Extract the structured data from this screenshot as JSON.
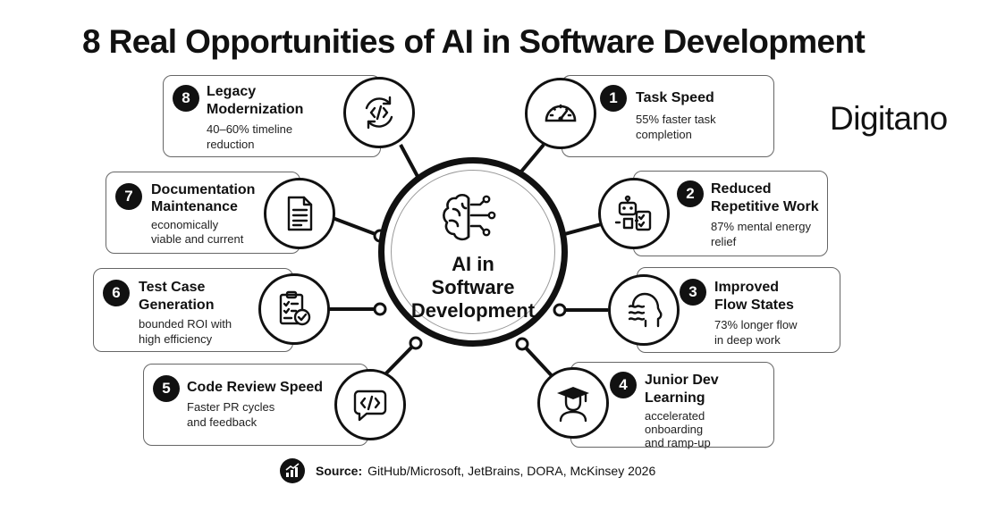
{
  "title": "8 Real Opportunities of AI in Software Development",
  "logo": "Digitano",
  "center": {
    "line1": "AI in",
    "line2": "Software",
    "line3": "Development",
    "icon": "brain-circuit-icon"
  },
  "items": [
    {
      "number": "1",
      "title_line1": "Task Speed",
      "title_line2": "",
      "desc_line1": "55% faster task",
      "desc_line2": "completion",
      "desc_line3": "",
      "icon": "speedometer-icon"
    },
    {
      "number": "2",
      "title_line1": "Reduced",
      "title_line2": "Repetitive Work",
      "desc_line1": "87% mental energy",
      "desc_line2": "relief",
      "desc_line3": "",
      "icon": "robot-checklist-icon"
    },
    {
      "number": "3",
      "title_line1": "Improved",
      "title_line2": "Flow States",
      "desc_line1": "73% longer flow",
      "desc_line2": "in deep work",
      "desc_line3": "",
      "icon": "head-waves-icon"
    },
    {
      "number": "4",
      "title_line1": "Junior Dev",
      "title_line2": "Learning",
      "desc_line1": "accelerated",
      "desc_line2": "onboarding",
      "desc_line3": "and ramp-up",
      "icon": "graduate-icon"
    },
    {
      "number": "5",
      "title_line1": "Code Review Speed",
      "title_line2": "",
      "desc_line1": "Faster PR cycles",
      "desc_line2": "and feedback",
      "desc_line3": "",
      "icon": "code-chat-icon"
    },
    {
      "number": "6",
      "title_line1": "Test Case",
      "title_line2": "Generation",
      "desc_line1": "bounded ROI with",
      "desc_line2": "high efficiency",
      "desc_line3": "",
      "icon": "clipboard-check-icon"
    },
    {
      "number": "7",
      "title_line1": "Documentation",
      "title_line2": "Maintenance",
      "desc_line1": "economically",
      "desc_line2": "viable and current",
      "desc_line3": "",
      "icon": "document-icon"
    },
    {
      "number": "8",
      "title_line1": "Legacy",
      "title_line2": "Modernization",
      "desc_line1": "40–60% timeline",
      "desc_line2": "reduction",
      "desc_line3": "",
      "icon": "code-refresh-icon"
    }
  ],
  "source": {
    "label": "Source:",
    "text": "GitHub/Microsoft,  JetBrains,  DORA,  McKinsey 2026",
    "icon": "chart-icon"
  }
}
